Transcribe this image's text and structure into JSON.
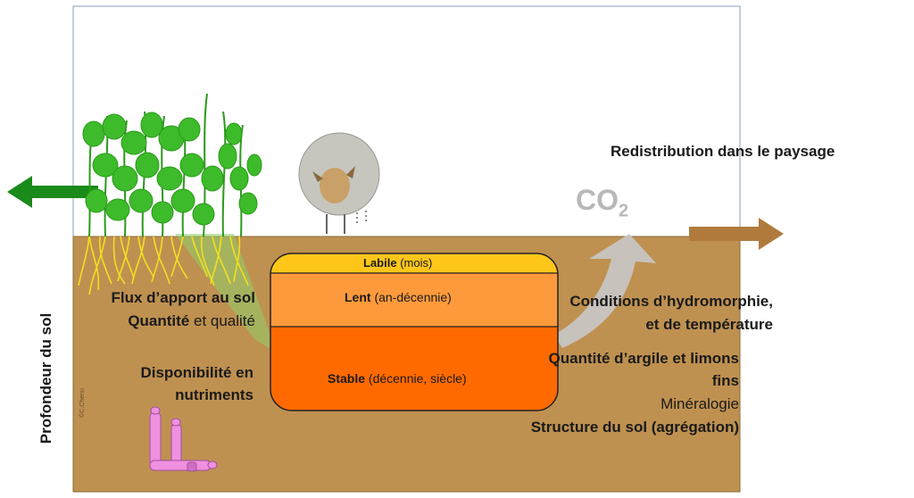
{
  "labels": {
    "redistribution": "Redistribution dans le paysage",
    "co2": "CO",
    "co2_sub": "2",
    "flux": "Flux d’apport au sol",
    "quantite_bold": "Quantité",
    "quantite_rest": " et qualité",
    "dispo_line1": "Disponibilité en",
    "dispo_line2": "nutriments",
    "profondeur": "Profondeur du sol",
    "conditions_line1": "Conditions d’hydromorphie,",
    "conditions_line2": "et de température",
    "argile_line1": "Quantité d’argile et limons",
    "argile_line2": "fins",
    "mineralogie": "Minéralogie",
    "structure": "Structure du sol (agrégation)",
    "copyright": "©C.Chenu"
  },
  "pools": {
    "labile_name": "Labile",
    "labile_time": " (mois)",
    "lent_name": "Lent",
    "lent_time": " (an-décennie)",
    "stable_name": "Stable",
    "stable_time": " (décennie, siècle)"
  },
  "colors": {
    "soil": "#bf9150",
    "sky_border": "#7fa0c0",
    "labile": "#ffc61a",
    "lent": "#ff9a3c",
    "stable": "#ff6a00",
    "arrow_green": "#1a8a1a",
    "arrow_brown": "#b07a3c",
    "plant": "#3dbb2a",
    "roots": "#f0e020",
    "worm": "#f090e0",
    "sheep": "#b8b8b0"
  },
  "icons": [
    "plant-icon",
    "sheep-icon",
    "co2-arrow-icon",
    "left-arrow-icon",
    "right-arrow-icon",
    "earthworm-icon"
  ]
}
